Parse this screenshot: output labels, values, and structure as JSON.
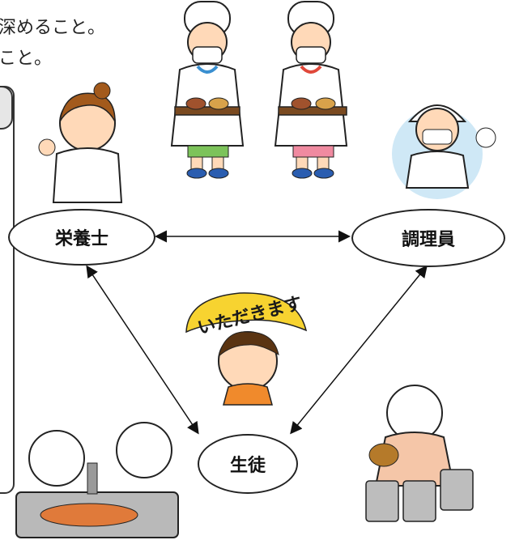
{
  "header_lines": [
    "深めること。",
    "こと。"
  ],
  "nodes": {
    "nutritionist": "栄養士",
    "cook": "調理員",
    "student": "生徒"
  },
  "banner": "いただきます"
}
